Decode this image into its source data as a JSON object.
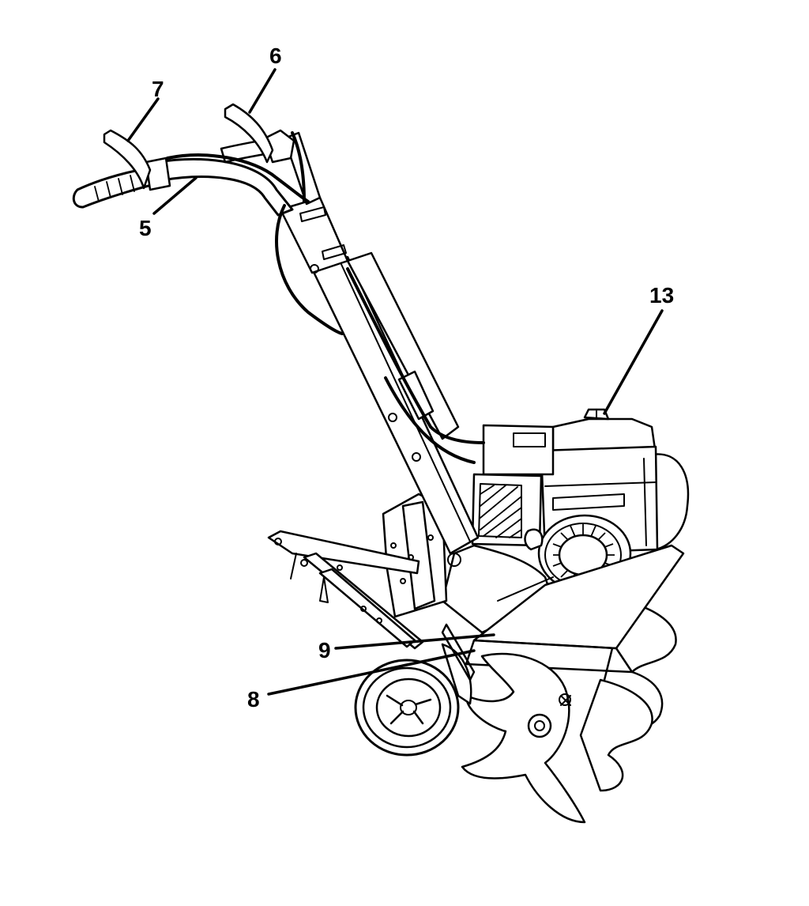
{
  "figure": {
    "callouts": [
      {
        "id": "c5",
        "label": "5"
      },
      {
        "id": "c6",
        "label": "6"
      },
      {
        "id": "c7",
        "label": "7"
      },
      {
        "id": "c8",
        "label": "8"
      },
      {
        "id": "c9",
        "label": "9"
      },
      {
        "id": "c13",
        "label": "13"
      }
    ]
  },
  "colors": {
    "ink": "#000000",
    "paper": "#ffffff"
  }
}
